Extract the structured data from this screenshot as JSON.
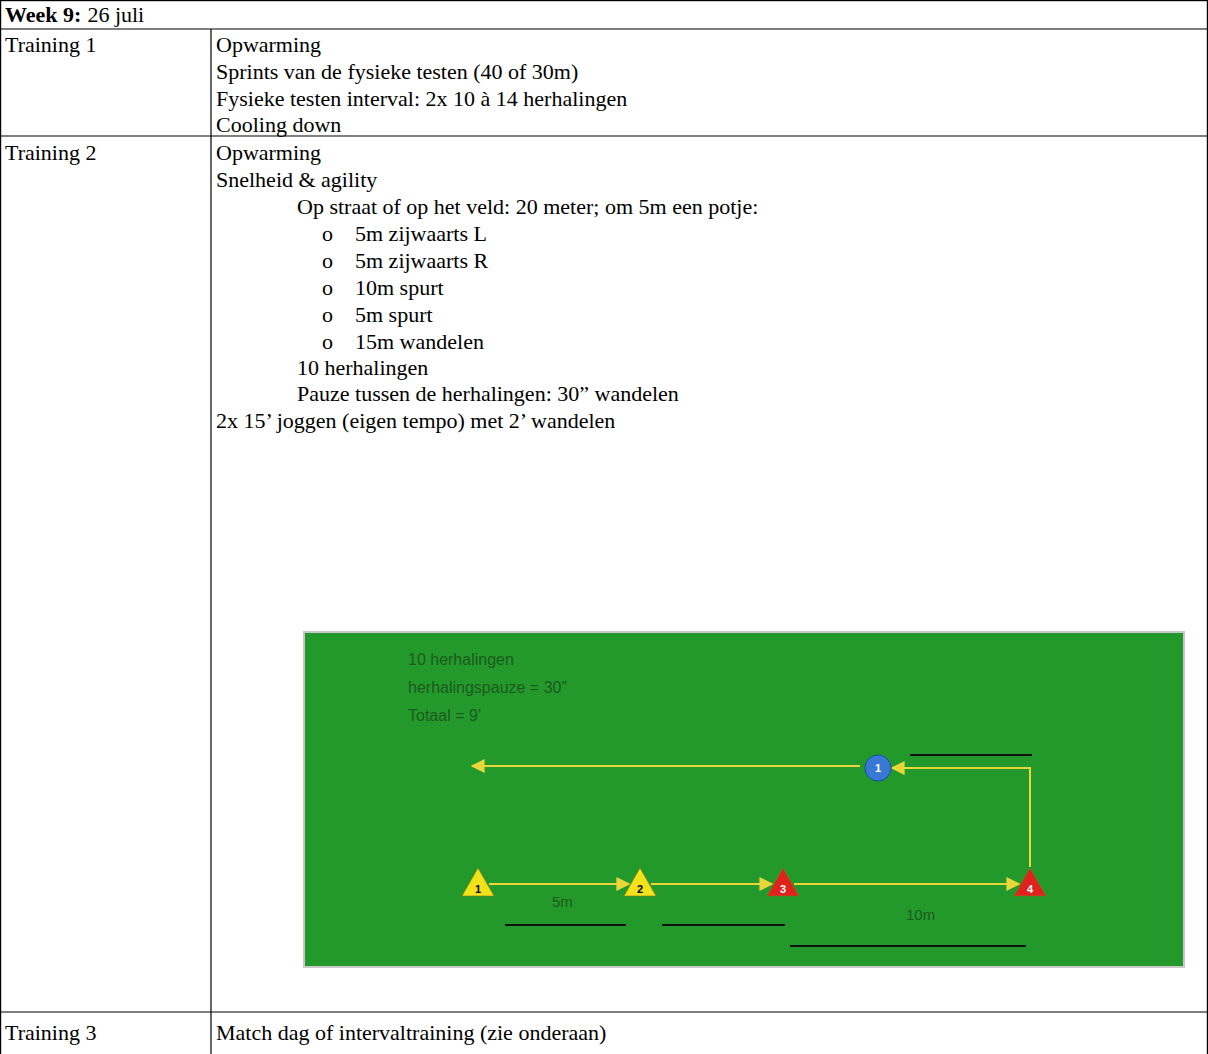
{
  "diagram": {
    "nodes": [
      {
        "text": [
          "1"
        ]
      },
      {
        "text": [
          "2"
        ]
      },
      {
        "text": [
          "3"
        ]
      },
      {
        "text": [
          "4"
        ]
      },
      {
        "text": [
          "1"
        ]
      }
    ],
    "edges": [
      {
        "from": 0,
        "to": 1,
        "arrow": "to"
      },
      {
        "from": 1,
        "to": 2,
        "arrow": "to"
      },
      {
        "from": 2,
        "to": 3,
        "arrow": "to"
      },
      {
        "from": 3,
        "to": 4,
        "arrow": "to"
      }
    ],
    "labels": [
      "Week 9:",
      "26 juli",
      "Training 1",
      "Opwarming",
      "Sprints van de fysieke testen (40 of 30m)",
      "Fysieke testen interval: 2x 10 à 14 herhalingen",
      "Cooling down",
      "Training 2",
      "Opwarming",
      "Snelheid & agility",
      "Op straat of op het veld: 20 meter; om 5m een potje:",
      "o",
      "5m zijwaarts L",
      "o",
      "5m zijwaarts R",
      "o",
      "10m spurt",
      "o",
      "5m spurt",
      "o",
      "15m wandelen",
      "10 herhalingen",
      "Pauze tussen de herhalingen: 30” wandelen",
      "2x 15’ joggen (eigen tempo) met 2’ wandelen",
      "Training 3",
      "Match dag of intervaltraining (zie onderaan)",
      "10 herhalingen",
      "herhalingspauze = 30”",
      "Totaal = 9’",
      "5m",
      "10m"
    ]
  }
}
